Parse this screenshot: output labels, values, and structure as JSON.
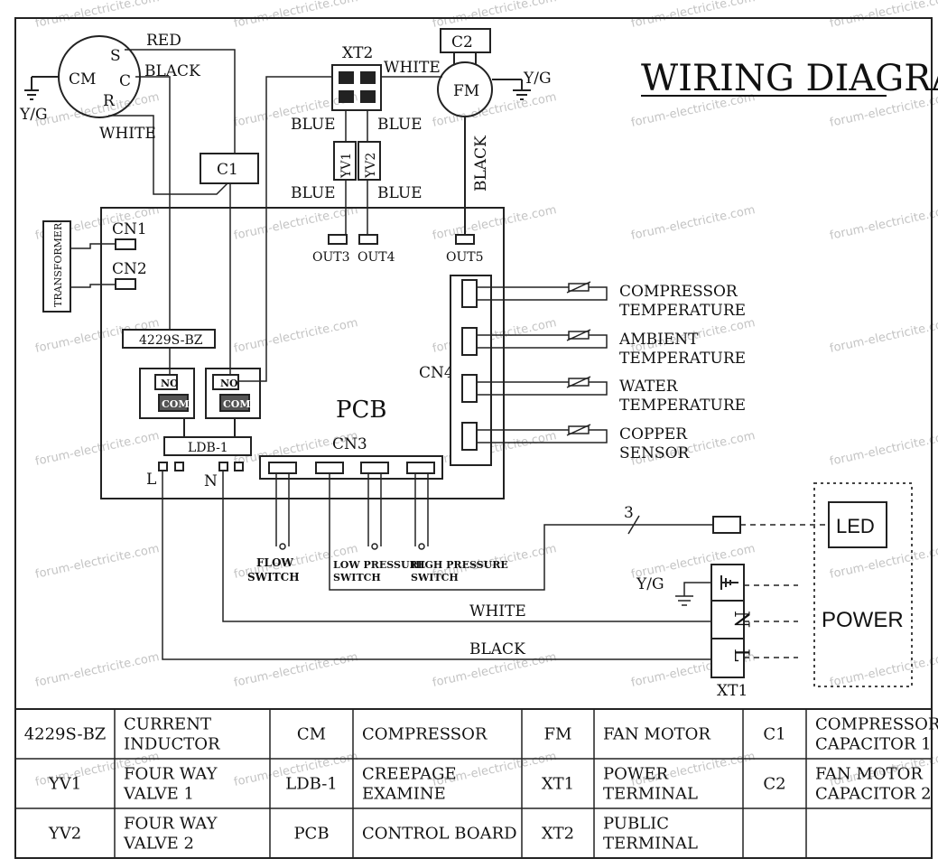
{
  "title": "WIRING DIAGRAM",
  "watermark": "forum-electricite.com",
  "components": {
    "compressor": {
      "id": "CM",
      "s": "S",
      "c": "C",
      "r": "R",
      "ground": "Y/G"
    },
    "fan_motor": {
      "id": "FM",
      "cap": "C2",
      "ground": "Y/G"
    },
    "public_terminal": "XT2",
    "comp_cap": "C1",
    "valve1": "YV1",
    "valve2": "YV2",
    "transformer": "TRANSFORMER",
    "cn1": "CN1",
    "cn2": "CN2",
    "cn3": "CN3",
    "cn4": "CN4",
    "inductor": "4229S-BZ",
    "relay_no": "NO",
    "relay_com": "COM",
    "ldb": "LDB-1",
    "pcb": "PCB",
    "pin_l": "L",
    "pin_n": "N",
    "out3": "OUT3",
    "out4": "OUT4",
    "out5": "OUT5",
    "flow_switch": [
      "FLOW",
      "SWITCH"
    ],
    "low_pressure": [
      "LOW PRESSURE",
      "SWITCH"
    ],
    "high_pressure": [
      "HIGH PRESSURE",
      "SWITCH"
    ],
    "bus_count": "3",
    "led": "LED",
    "power": "POWER",
    "xt1": "XT1",
    "xt1_n": "N",
    "xt1_l": "L",
    "power_ground": "Y/G"
  },
  "wires": {
    "red": "RED",
    "black_cm": "BLACK",
    "white_cm": "WHITE",
    "white_xt2": "WHITE",
    "blue_a": "BLUE",
    "blue_b": "BLUE",
    "blue_c": "BLUE",
    "blue_d": "BLUE",
    "black_fm": "BLACK",
    "white_n": "WHITE",
    "black_l": "BLACK"
  },
  "sensors": [
    [
      "COMPRESSOR",
      "TEMPERATURE"
    ],
    [
      "AMBIENT",
      "TEMPERATURE"
    ],
    [
      "WATER",
      "TEMPERATURE"
    ],
    [
      "COPPER",
      "SENSOR"
    ]
  ],
  "legend_table": [
    [
      [
        "4229S-BZ"
      ],
      [
        "CURRENT",
        "INDUCTOR"
      ],
      [
        "CM"
      ],
      [
        "COMPRESSOR"
      ],
      [
        "FM"
      ],
      [
        "FAN MOTOR"
      ],
      [
        "C1"
      ],
      [
        "COMPRESSOR",
        "CAPACITOR 1"
      ]
    ],
    [
      [
        "YV1"
      ],
      [
        "FOUR WAY",
        "VALVE 1"
      ],
      [
        "LDB-1"
      ],
      [
        "CREEPAGE",
        "EXAMINE"
      ],
      [
        "XT1"
      ],
      [
        "POWER",
        "TERMINAL"
      ],
      [
        "C2"
      ],
      [
        "FAN MOTOR",
        "CAPACITOR 2"
      ]
    ],
    [
      [
        "YV2"
      ],
      [
        "FOUR WAY",
        "VALVE 2"
      ],
      [
        "PCB"
      ],
      [
        "CONTROL BOARD"
      ],
      [
        "XT2"
      ],
      [
        "PUBLIC",
        "TERMINAL"
      ],
      [],
      []
    ]
  ]
}
